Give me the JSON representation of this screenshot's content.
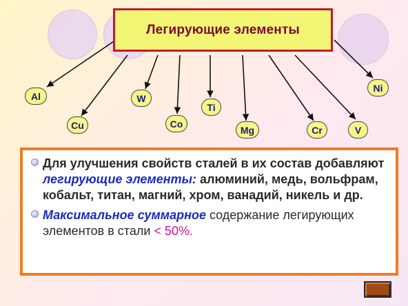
{
  "title": "Легирующие элементы",
  "elements": [
    {
      "symbol": "Al"
    },
    {
      "symbol": "Cu"
    },
    {
      "symbol": "W"
    },
    {
      "symbol": "Co"
    },
    {
      "symbol": "Ti"
    },
    {
      "symbol": "Mg"
    },
    {
      "symbol": "Cr"
    },
    {
      "symbol": "V"
    },
    {
      "symbol": "Ni"
    }
  ],
  "paragraph1": {
    "text_before": "Для улучшения свойств сталей в их состав добавляют ",
    "highlight": "легирующие элементы:",
    "text_after": " алюминий, медь, вольфрам, кобальт, титан, магний, хром, ванадий, никель и др."
  },
  "paragraph2": {
    "highlight": "Максимальное суммарное",
    "text_middle": " содержание легирующих элементов в стали ",
    "value": "< 50%."
  },
  "colors": {
    "title_box_fill": "#f2f574",
    "title_box_border": "#c2182b",
    "text_box_border": "#f47a20",
    "node_fill": "#f5f58a",
    "highlight_blue": "#1a2bc0",
    "highlight_magenta": "#e0109a"
  }
}
